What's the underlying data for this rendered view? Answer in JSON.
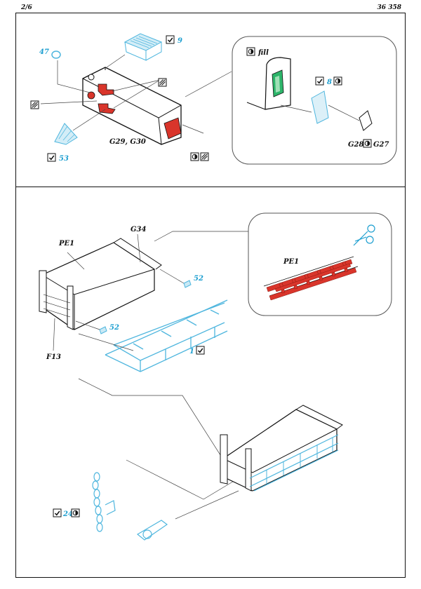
{
  "header": {
    "page": "2/6",
    "kit_number": "36 358"
  },
  "top_section": {
    "parts": {
      "p47": "47",
      "p9": "9",
      "p53": "53",
      "p8": "8"
    },
    "labels": {
      "g29_g30": "G29, G30",
      "fill": "fill",
      "g28": "G28",
      "g27": "G27"
    }
  },
  "bottom_section": {
    "parts": {
      "p52a": "52",
      "p52b": "52",
      "p1": "1",
      "p24": "24"
    },
    "labels": {
      "pe1_left": "PE1",
      "g34": "G34",
      "f13": "F13",
      "pe1_inset": "PE1"
    }
  },
  "colors": {
    "etched_part": "#4fb6de",
    "plastic_highlight": "#d9352b",
    "fill_green": "#2db56a",
    "label_cyan": "#1e9fd0"
  },
  "icons": [
    "fold-icon",
    "paint-icon",
    "glue-icon",
    "scissors-icon"
  ]
}
